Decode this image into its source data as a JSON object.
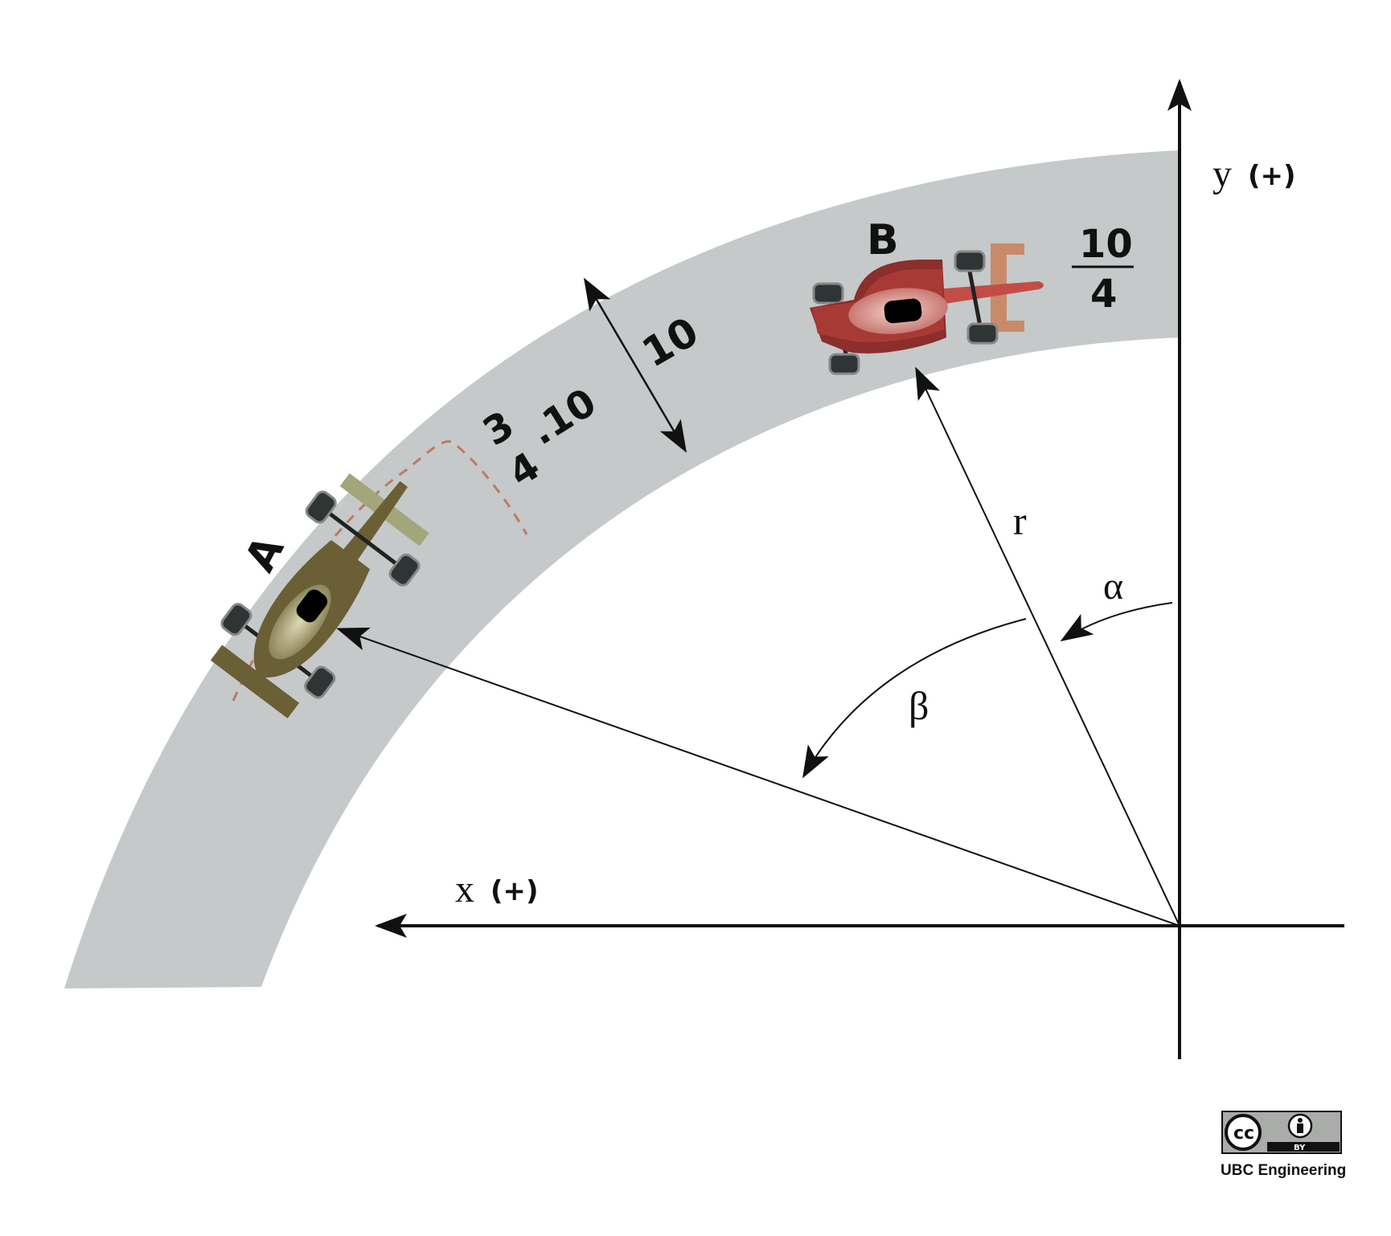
{
  "labels": {
    "y_axis": "y",
    "y_axis_sign": "(+)",
    "x_axis": "x",
    "x_axis_sign": "(+)",
    "car_a": "A",
    "car_b": "B",
    "radius": "r",
    "alpha": "α",
    "beta": "β"
  },
  "dimensions": {
    "track_width": "10",
    "fraction_b_num": "10",
    "fraction_b_den": "4",
    "fraction_a_num": "3",
    "fraction_a_den": "4",
    "fraction_a_factor": ".10"
  },
  "license": {
    "cc_text": "cc",
    "by_text": "BY",
    "credit": "UBC Engineering"
  },
  "colors": {
    "track": "#c5c9c9",
    "car_a_body": "#6b5f35",
    "car_a_wing": "#a3a67a",
    "car_b_body": "#a83a36",
    "car_b_wing": "#c98a6a",
    "path_dash": "#c07a5e",
    "ink": "#111111"
  }
}
